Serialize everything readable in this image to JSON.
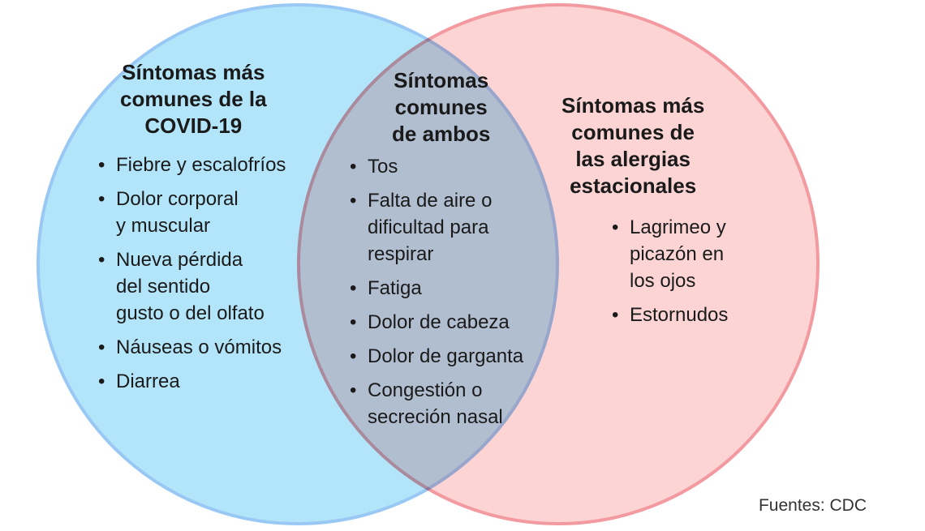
{
  "colors": {
    "left_fill": "#b3e5fa",
    "left_stroke": "#9ac8f5",
    "right_fill": "#fcd4d4",
    "right_stroke": "#f29a9f",
    "text": "#1a1a1a"
  },
  "left": {
    "heading": "Síntomas más\ncomunes de la\nCOVID-19",
    "items": [
      "Fiebre y escalofríos",
      "Dolor corporal\ny muscular",
      "Nueva pérdida\ndel sentido\ngusto o del olfato",
      "Náuseas o vómitos",
      "Diarrea"
    ]
  },
  "middle": {
    "heading": "Síntomas\ncomunes\nde ambos",
    "items": [
      "Tos",
      "Falta de aire o\ndificultad para\nrespirar",
      "Fatiga",
      "Dolor de cabeza",
      "Dolor de garganta",
      "Congestión o\nsecreción nasal"
    ]
  },
  "right": {
    "heading": "Síntomas más\ncomunes de\nlas alergias\nestacionales",
    "items": [
      "Lagrimeo y\npicazón en\nlos ojos",
      "Estornudos"
    ]
  },
  "source": "Fuentes: CDC"
}
